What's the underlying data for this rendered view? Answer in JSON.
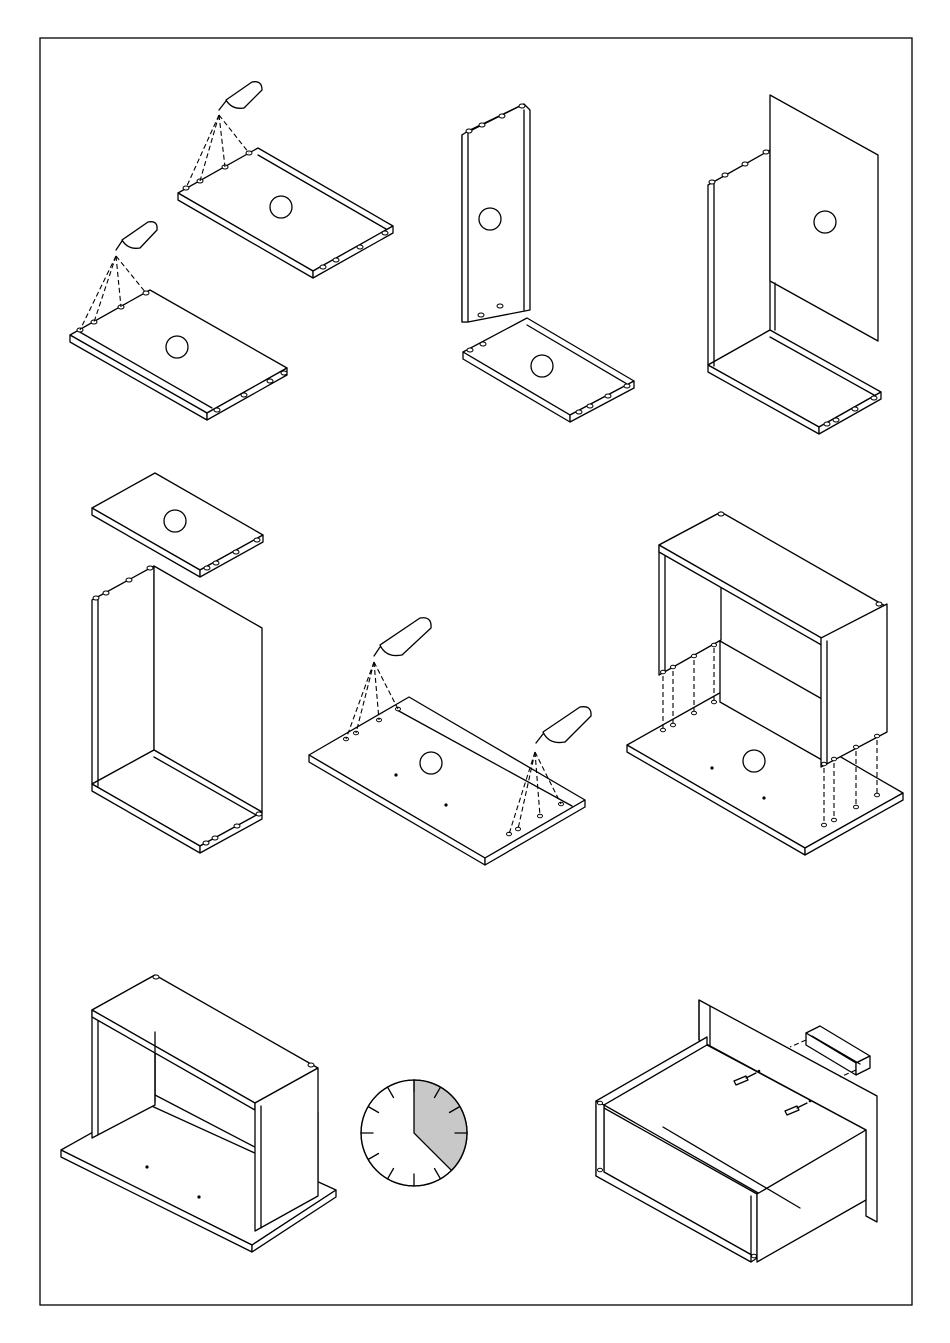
{
  "document": {
    "type": "assembly-instructions",
    "steps": [
      {
        "id": "step-1",
        "action": "glue-dowels-into-side-panels",
        "icons": [
          "glue-bottle-icon",
          "glue-bottle-icon"
        ]
      },
      {
        "id": "step-2",
        "action": "join-side-panel-to-bottom-panel",
        "icons": []
      },
      {
        "id": "step-3",
        "action": "attach-back-panel",
        "icons": []
      },
      {
        "id": "step-4",
        "action": "attach-top-panel",
        "icons": []
      },
      {
        "id": "step-5",
        "action": "glue-dowels-into-base-board",
        "icons": [
          "glue-bottle-icon",
          "glue-bottle-icon"
        ]
      },
      {
        "id": "step-6",
        "action": "lower-carcass-onto-base-board",
        "icons": []
      },
      {
        "id": "step-7",
        "action": "wait-for-glue-to-dry",
        "icons": [
          "clock-icon"
        ]
      },
      {
        "id": "step-8",
        "action": "screw-handle-to-drawer-front",
        "icons": [
          "screw-icon",
          "handle-icon"
        ]
      }
    ],
    "clock": {
      "shaded_fraction": 0.375
    }
  }
}
